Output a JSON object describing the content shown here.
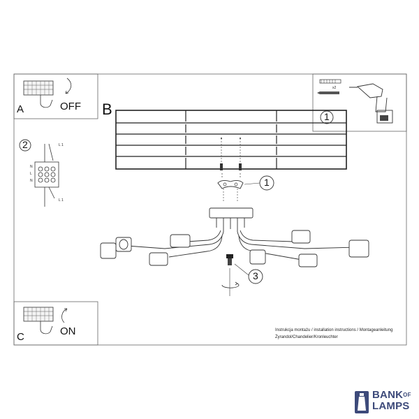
{
  "panels": {
    "a": {
      "letter": "A",
      "state": "OFF"
    },
    "c": {
      "letter": "C",
      "state": "ON"
    },
    "b": {
      "letter": "B"
    }
  },
  "steps": [
    "1",
    "2",
    "1",
    "3"
  ],
  "wiring": {
    "label_top": "L 1",
    "label_bottom": "L 1",
    "terminal_left_top": "N",
    "terminal_left_mid": "L",
    "terminal_left_bot": "N"
  },
  "screws": {
    "count": "x2"
  },
  "caption": {
    "line1": "Instrukcja montażu / installation instructions / Montageanleitung",
    "line2": "Żyrandol/Chandelier/Kronleuchter"
  },
  "brand": {
    "line1": "BANK",
    "of": "OF",
    "line2": "LAMPS",
    "color": "#3d4a7a"
  },
  "colors": {
    "line": "#333333",
    "frame": "#555555"
  }
}
